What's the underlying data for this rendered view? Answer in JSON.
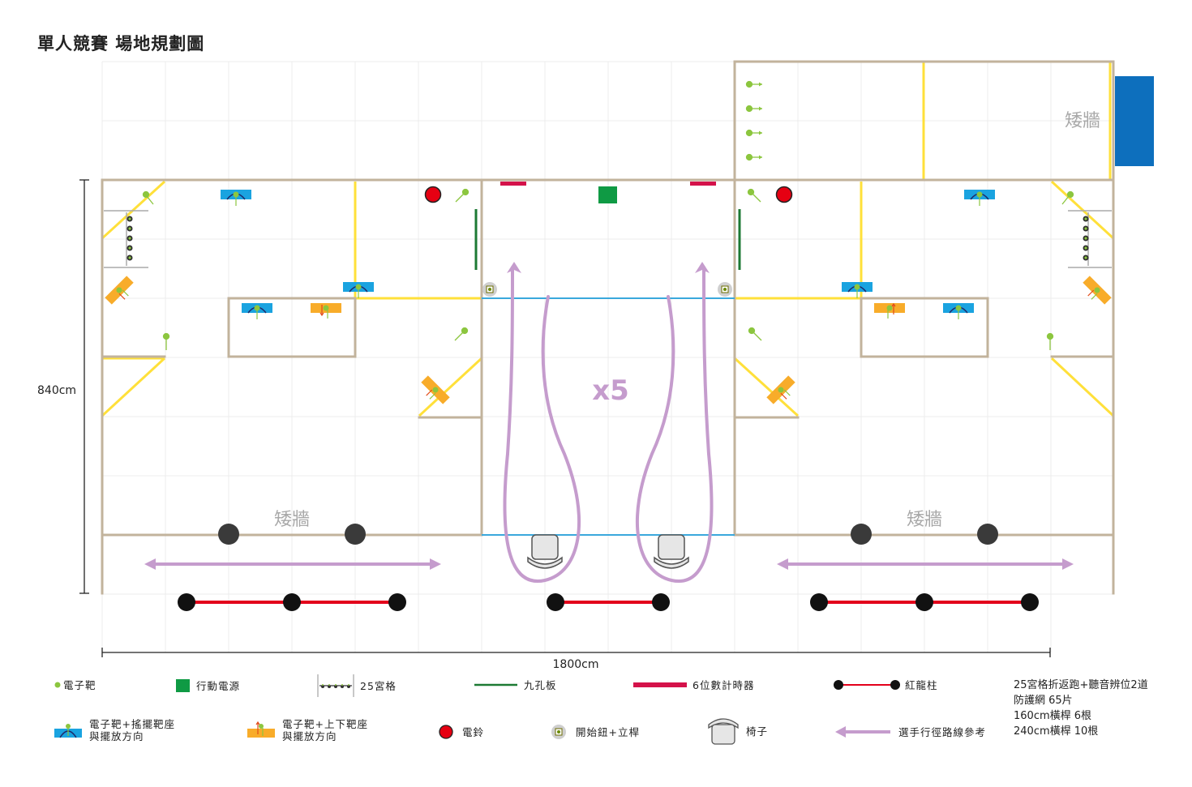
{
  "title": "單人競賽  場地規劃圖",
  "dimensions": {
    "height": "840cm",
    "width": "1800cm"
  },
  "labels": {
    "low_wall": "矮牆",
    "repeat": "x5"
  },
  "colors": {
    "wall": "#c2b39c",
    "yellow": "#ffe03a",
    "cyan_line": "#3aa8dc",
    "green_target": "#8cc63f",
    "power_bank": "#0f9a44",
    "nine_hole": "#1d7a34",
    "timer": "#d4124a",
    "red_pillar": "#e3001b",
    "bell": "#e60012",
    "path": "#c59ccd",
    "swing_base": "#1aa3e0",
    "updown_base": "#f8ac2a",
    "blue_panel": "#0d6fbd",
    "grid": "#ececec"
  },
  "legend": [
    {
      "icon": "dot-icon",
      "label": "電子靶"
    },
    {
      "icon": "power-bank-icon",
      "label": "行動電源"
    },
    {
      "icon": "grid-25-icon",
      "label": "25宮格"
    },
    {
      "icon": "nine-hole-icon",
      "label": "九孔板"
    },
    {
      "icon": "timer-icon",
      "label": "6位數計時器"
    },
    {
      "icon": "red-pillar-icon",
      "label": "紅龍柱"
    },
    {
      "icon": "swing-target-icon",
      "label": "電子靶+搖擺靶座",
      "label2": "與擺放方向"
    },
    {
      "icon": "updown-target-icon",
      "label": "電子靶+上下靶座",
      "label2": "與擺放方向"
    },
    {
      "icon": "bell-icon",
      "label": "電鈴"
    },
    {
      "icon": "start-button-icon",
      "label": "開始鈕+立桿"
    },
    {
      "icon": "chair-icon",
      "label": "椅子"
    },
    {
      "icon": "path-arrow-icon",
      "label": "選手行徑路線參考"
    }
  ],
  "materials": [
    "25宮格折返跑+聽音辨位2道",
    "防護網 65片",
    "160cm橫桿 6根",
    "240cm橫桿 10根"
  ]
}
